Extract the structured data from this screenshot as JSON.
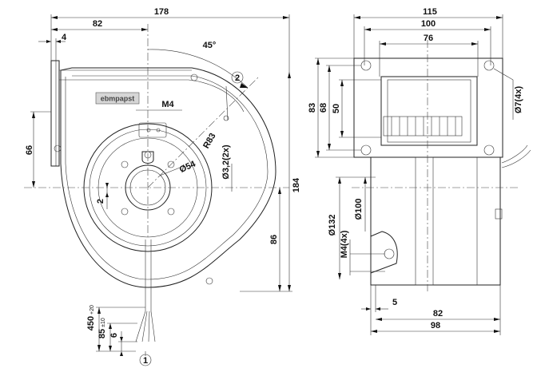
{
  "drawing": {
    "logo_text": "ebmpapst",
    "side_view": {
      "overall_width": "178",
      "inlet_offset": "82",
      "flange_thickness": "4",
      "angle": "45°",
      "radius": "R83",
      "thread": "M4",
      "hub_diameter": "Ø54",
      "holes": "Ø3,2(2x)",
      "left_height": "66",
      "small_offset": "2",
      "overall_height": "184",
      "lower_height": "86",
      "cable_length": "450",
      "cable_tol": "+20",
      "strip_length": "85",
      "strip_tol": "±10",
      "wire_end": "6",
      "balloon_2": "2",
      "balloon_1": "1"
    },
    "front_view": {
      "width_115": "115",
      "width_100": "100",
      "width_76": "76",
      "height_83": "83",
      "height_68": "68",
      "height_50": "50",
      "mount_holes": "Ø7(4x)",
      "dia_132": "Ø132",
      "dia_100": "Ø100",
      "thread_m4": "M4(4x)",
      "depth_5": "5",
      "depth_82": "82",
      "depth_98": "98"
    }
  }
}
